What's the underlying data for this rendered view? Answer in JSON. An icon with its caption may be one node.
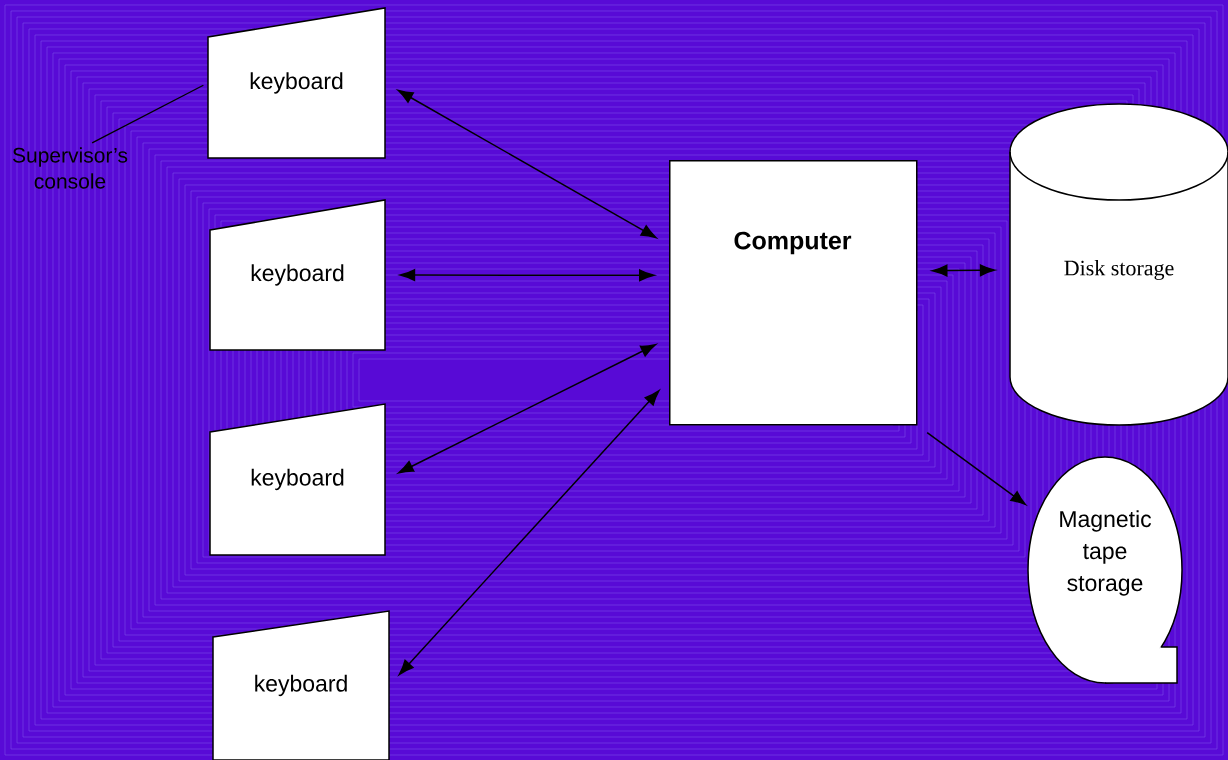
{
  "diagram": {
    "nodes": [
      {
        "text": [
          "keyboard"
        ]
      },
      {
        "text": [
          "keyboard"
        ]
      },
      {
        "text": [
          "keyboard"
        ]
      },
      {
        "text": [
          "keyboard"
        ]
      },
      {
        "text": [
          "Computer"
        ]
      },
      {
        "text": [
          "Disk storage"
        ]
      },
      {
        "text": [
          "Magnetic tape storage"
        ]
      },
      {
        "text": [
          "Supervisor’s console"
        ]
      }
    ],
    "edges": [
      {
        "from": 0,
        "to": 4,
        "arrow": "both"
      },
      {
        "from": 1,
        "to": 4,
        "arrow": "both"
      },
      {
        "from": 2,
        "to": 4,
        "arrow": "both"
      },
      {
        "from": 3,
        "to": 4,
        "arrow": "both"
      },
      {
        "from": 4,
        "to": 5,
        "arrow": "both"
      },
      {
        "from": 4,
        "to": 6,
        "arrow": "to"
      },
      {
        "from": 7,
        "to": 0,
        "arrow": "none"
      }
    ]
  }
}
